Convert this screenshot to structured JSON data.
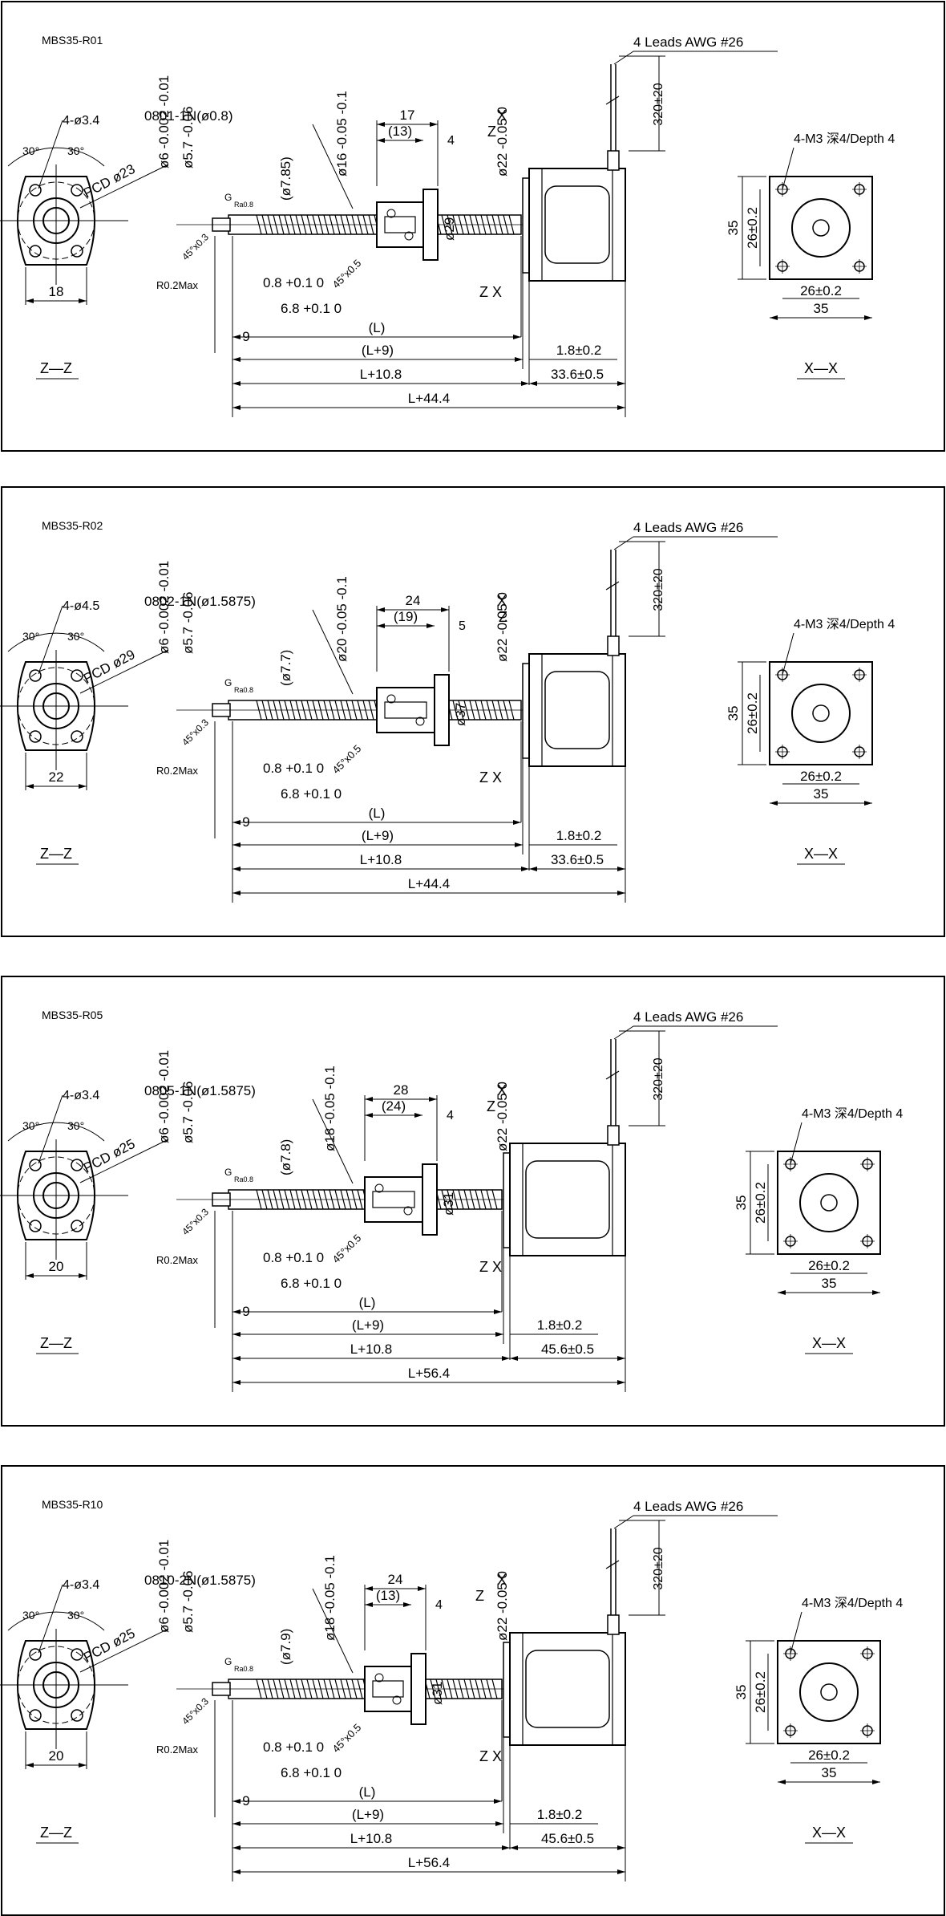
{
  "panels": [
    {
      "model": "MBS35-R01",
      "leads": "4 Leads AWG #26",
      "lead_length": "320±20",
      "mount_holes": "4-M3 深4/Depth 4",
      "holes": "4-ø3.4",
      "angle_left": "30°",
      "angle_right": "30°",
      "pcd": "PCD ø23",
      "flange_width": "18",
      "screw_spec": "0801-1N(ø0.8)",
      "shaft_dia": "ø6 -0.002 -0.01",
      "shaft_dia2": "ø5.7 -0.06",
      "pitch_dia": "(ø7.85)",
      "nut_dia": "ø16 -0.05 -0.1",
      "nut_len": "17",
      "nut_inner": "(13)",
      "nut_step": "4",
      "flange_dia": "ø29",
      "motor_boss": "ø22 -0.05 0",
      "chamfer1": "45°x0.3",
      "chamfer2": "45°x0.5",
      "radius": "R0.2Max",
      "dim_a": "0.8 +0.1 0",
      "dim_b": "6.8 +0.1 0",
      "dim_9": "9",
      "L": "(L)",
      "L9": "(L+9)",
      "L108": "L+10.8",
      "Ltotal": "L+44.4",
      "gap": "1.8±0.2",
      "motor_len": "33.6±0.5",
      "square_side": "35",
      "hole_pitch_v": "26±0.2",
      "hole_pitch_h": "26±0.2",
      "square_bottom": "35",
      "section_zz": "Z—Z",
      "section_xx": "X—X",
      "marker_z": "Z",
      "marker_x": "X",
      "g_mark": "G",
      "ra_mark": "Ra0.8"
    },
    {
      "model": "MBS35-R02",
      "leads": "4 Leads AWG #26",
      "lead_length": "320±20",
      "mount_holes": "4-M3 深4/Depth 4",
      "holes": "4-ø4.5",
      "angle_left": "30°",
      "angle_right": "30°",
      "pcd": "PCD ø29",
      "flange_width": "22",
      "screw_spec": "0802-1N(ø1.5875)",
      "shaft_dia": "ø6 -0.002 -0.01",
      "shaft_dia2": "ø5.7 -0.06",
      "pitch_dia": "(ø7.7)",
      "nut_dia": "ø20 -0.05 -0.1",
      "nut_len": "24",
      "nut_inner": "(19)",
      "nut_step": "5",
      "flange_dia": "ø37",
      "motor_boss": "ø22 -0.05 0",
      "chamfer1": "45°x0.3",
      "chamfer2": "45°x0.5",
      "radius": "R0.2Max",
      "dim_a": "0.8 +0.1 0",
      "dim_b": "6.8 +0.1 0",
      "dim_9": "9",
      "L": "(L)",
      "L9": "(L+9)",
      "L108": "L+10.8",
      "Ltotal": "L+44.4",
      "gap": "1.8±0.2",
      "motor_len": "33.6±0.5",
      "square_side": "35",
      "hole_pitch_v": "26±0.2",
      "hole_pitch_h": "26±0.2",
      "square_bottom": "35",
      "section_zz": "Z—Z",
      "section_xx": "X—X",
      "marker_z": "Z",
      "marker_x": "X",
      "g_mark": "G",
      "ra_mark": "Ra0.8"
    },
    {
      "model": "MBS35-R05",
      "leads": "4 Leads AWG #26",
      "lead_length": "320±20",
      "mount_holes": "4-M3 深4/Depth 4",
      "holes": "4-ø3.4",
      "angle_left": "30°",
      "angle_right": "30°",
      "pcd": "PCD ø25",
      "flange_width": "20",
      "screw_spec": "0805-1N(ø1.5875)",
      "shaft_dia": "ø6 -0.002 -0.01",
      "shaft_dia2": "ø5.7 -0.06",
      "pitch_dia": "(ø7.8)",
      "nut_dia": "ø18 -0.05 -0.1",
      "nut_len": "28",
      "nut_inner": "(24)",
      "nut_step": "4",
      "flange_dia": "ø31",
      "motor_boss": "ø22 -0.05 0",
      "chamfer1": "45°x0.3",
      "chamfer2": "45°x0.5",
      "radius": "R0.2Max",
      "dim_a": "0.8 +0.1 0",
      "dim_b": "6.8 +0.1 0",
      "dim_9": "9",
      "L": "(L)",
      "L9": "(L+9)",
      "L108": "L+10.8",
      "Ltotal": "L+56.4",
      "gap": "1.8±0.2",
      "motor_len": "45.6±0.5",
      "square_side": "35",
      "hole_pitch_v": "26±0.2",
      "hole_pitch_h": "26±0.2",
      "square_bottom": "35",
      "section_zz": "Z—Z",
      "section_xx": "X—X",
      "marker_z": "Z",
      "marker_x": "X",
      "g_mark": "G",
      "ra_mark": "Ra0.8"
    },
    {
      "model": "MBS35-R10",
      "leads": "4 Leads AWG #26",
      "lead_length": "320±20",
      "mount_holes": "4-M3 深4/Depth 4",
      "holes": "4-ø3.4",
      "angle_left": "30°",
      "angle_right": "30°",
      "pcd": "PCD ø25",
      "flange_width": "20",
      "screw_spec": "0810-2N(ø1.5875)",
      "shaft_dia": "ø6 -0.002 -0.01",
      "shaft_dia2": "ø5.7 -0.06",
      "pitch_dia": "(ø7.9)",
      "nut_dia": "ø18 -0.05 -0.1",
      "nut_len": "24",
      "nut_inner": "(13)",
      "nut_step": "4",
      "flange_dia": "ø31",
      "motor_boss": "ø22 -0.05 0",
      "chamfer1": "45°x0.3",
      "chamfer2": "45°x0.5",
      "radius": "R0.2Max",
      "dim_a": "0.8 +0.1 0",
      "dim_b": "6.8 +0.1 0",
      "dim_9": "9",
      "L": "(L)",
      "L9": "(L+9)",
      "L108": "L+10.8",
      "Ltotal": "L+56.4",
      "gap": "1.8±0.2",
      "motor_len": "45.6±0.5",
      "square_side": "35",
      "hole_pitch_v": "26±0.2",
      "hole_pitch_h": "26±0.2",
      "square_bottom": "35",
      "section_zz": "Z—Z",
      "section_xx": "X—X",
      "marker_z": "Z",
      "marker_x": "X",
      "g_mark": "G",
      "ra_mark": "Ra0.8"
    }
  ]
}
